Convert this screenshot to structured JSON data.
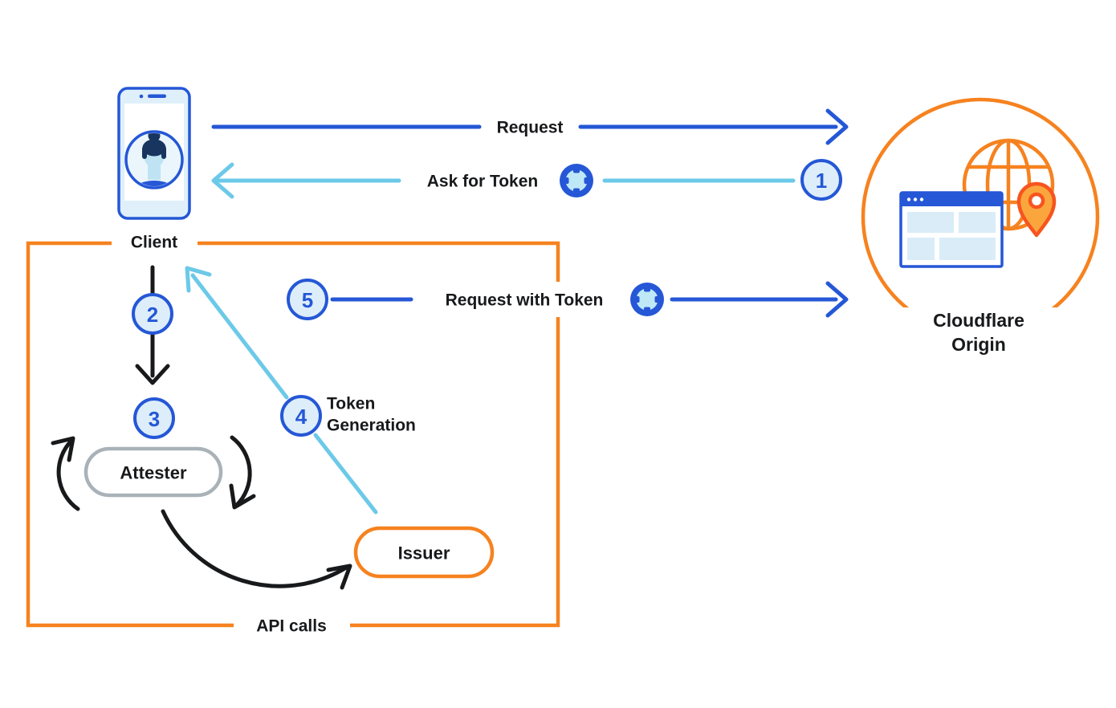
{
  "colors": {
    "blue": "#2557d6",
    "cyan": "#6cc9e8",
    "orange": "#f6821f",
    "pin_fill": "#faa63d",
    "pin_stroke": "#f7541f",
    "badge_fill": "#ddeefa",
    "attester_border_gray": "#a9b2b8",
    "text_black": "#18191b",
    "phone_fill": "#dff0fb",
    "token_inner": "#bfe8f7",
    "browser_block": "#d9ecf8"
  },
  "icons": {
    "client": "phone-user-icon",
    "token": "token-icon",
    "origin_globe": "globe-icon",
    "origin_browser": "browser-window-icon",
    "origin_pin": "location-pin-icon"
  },
  "labels": {
    "client": "Client",
    "request": "Request",
    "ask_for_token": "Ask for Token",
    "request_with_token": "Request with Token",
    "token_generation_line1": "Token",
    "token_generation_line2": "Generation",
    "api_calls": "API calls",
    "attester": "Attester",
    "issuer": "Issuer",
    "origin_line1": "Cloudflare",
    "origin_line2": "Origin"
  },
  "badges": {
    "step1": "1",
    "step2": "2",
    "step3": "3",
    "step4": "4",
    "step5": "5"
  }
}
